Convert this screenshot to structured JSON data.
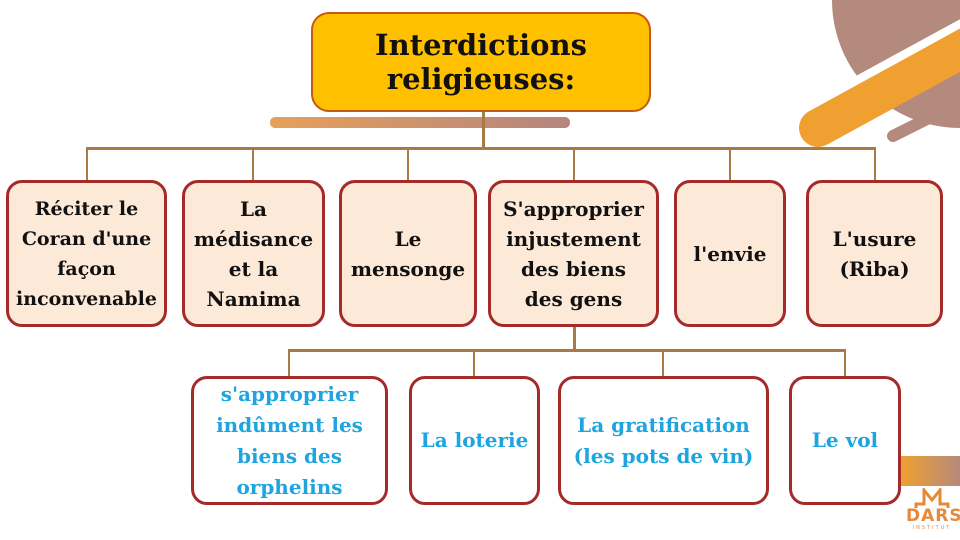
{
  "title": "Interdictions\nreligieuses:",
  "top_row": [
    {
      "id": "reciter-coran",
      "label": "Réciter le\nCoran d'une\nfaçon\ninconvenable"
    },
    {
      "id": "medisance",
      "label": "La\nmédisance\net la\nNamima"
    },
    {
      "id": "mensonge",
      "label": "Le\nmensonge"
    },
    {
      "id": "s-approprier",
      "label": "S'approprier\ninjustement\ndes biens\ndes gens"
    },
    {
      "id": "envie",
      "label": "l'envie"
    },
    {
      "id": "usure",
      "label": "L'usure\n(Riba)"
    }
  ],
  "bottom_row": [
    {
      "id": "orphelins",
      "label": "s'approprier\nindûment les\nbiens des\norphelins"
    },
    {
      "id": "loterie",
      "label": "La loterie"
    },
    {
      "id": "gratification",
      "label": "La gratification\n(les pots de vin)"
    },
    {
      "id": "vol",
      "label": "Le vol"
    }
  ],
  "logo": {
    "name": "DARS",
    "subtitle": "INSTITUT"
  },
  "colors": {
    "title_fill": "#FFC000",
    "title_border": "#C55A11",
    "node_border": "#A52A2A",
    "node_fill_top": "#FCE9D7",
    "node_text_bottom": "#1EA5DF",
    "connector": "#A87A45",
    "accent_orange": "#F0A030",
    "accent_mauve": "#B4897E"
  }
}
